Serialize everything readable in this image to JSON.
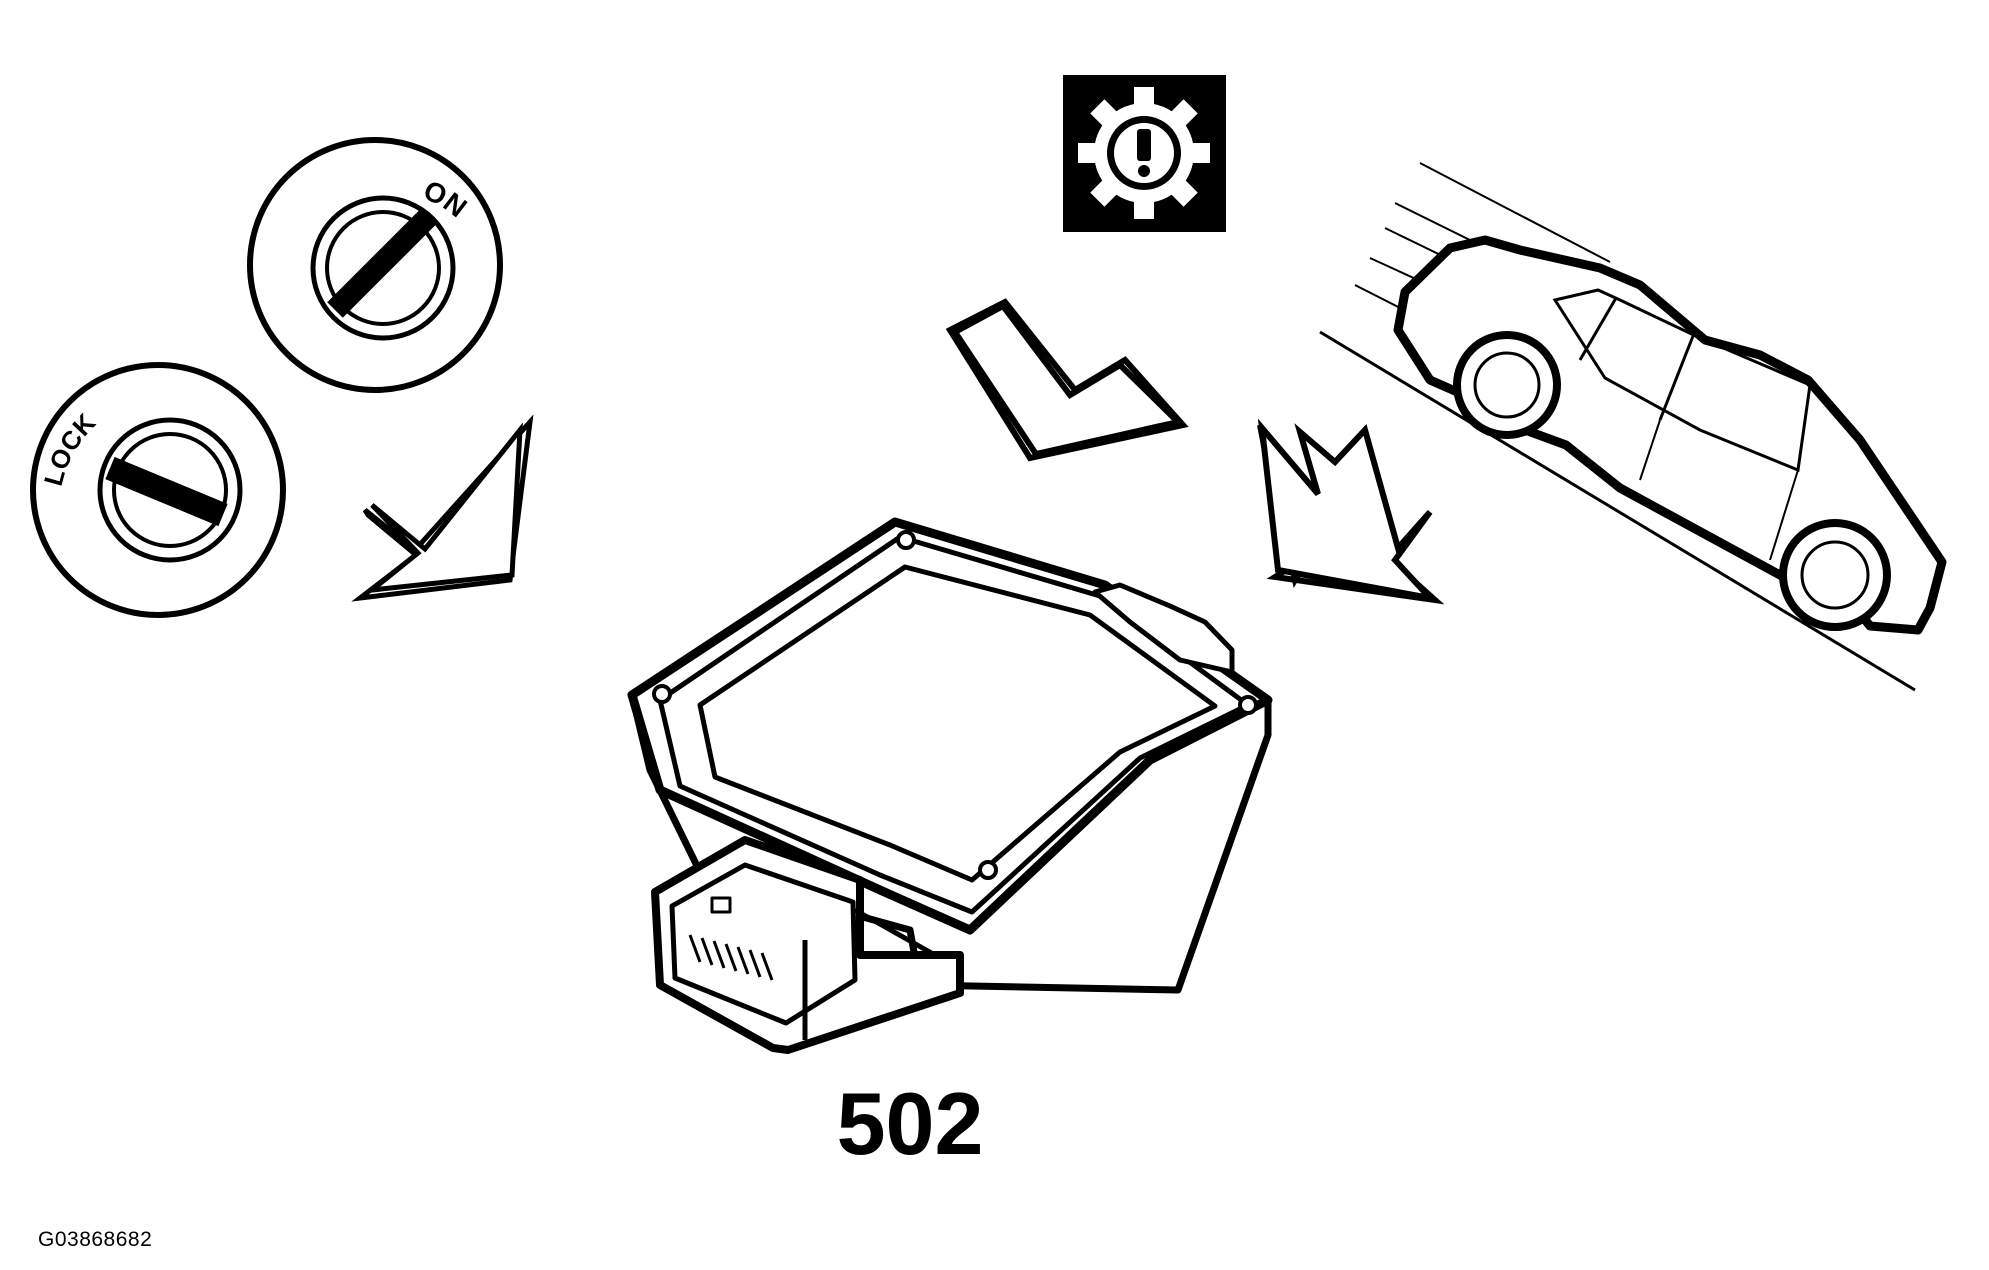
{
  "diagram": {
    "part_number": "502",
    "figure_id": "G03868682",
    "ignition_labels": {
      "on": "ON",
      "lock": "LOCK"
    },
    "icons": {
      "warning": "transmission-warning-icon",
      "vehicle": "sedan-on-incline",
      "module": "control-module-with-connector"
    },
    "colors": {
      "ink": "#000000",
      "paper": "#ffffff"
    }
  }
}
